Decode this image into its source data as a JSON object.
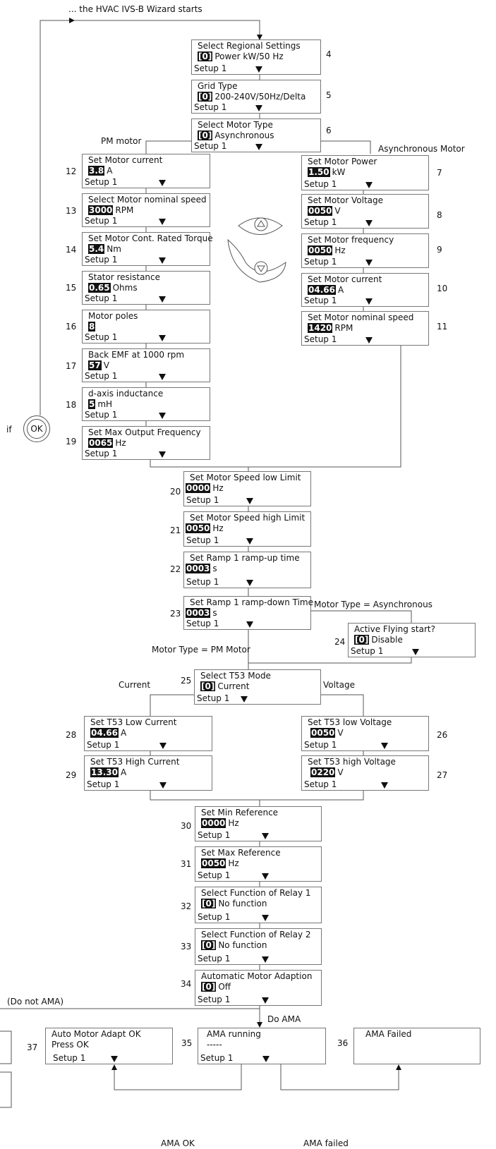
{
  "header": {
    "wizard_start": "... the HVAC IVS-B Wizard starts"
  },
  "ok_button": {
    "prefix": "if",
    "label": "OK"
  },
  "labels": {
    "pm_motor": "PM motor",
    "async_motor": "Asynchronous Motor",
    "motor_type_async": "Motor Type = Asynchronous",
    "motor_type_pm": "Motor Type = PM Motor",
    "current": "Current",
    "voltage": "Voltage",
    "do_not_ama": "(Do not AMA)",
    "do_ama": "Do AMA",
    "ama_ok": "AMA OK",
    "ama_failed": "AMA failed"
  },
  "steps": {
    "s4": {
      "num": "4",
      "title": "Select Regional Settings",
      "val": "[0]",
      "unit": "Power kW/50 Hz",
      "setup": "Setup 1"
    },
    "s5": {
      "num": "5",
      "title": "Grid Type",
      "val": "[0]",
      "unit": "200-240V/50Hz/Delta",
      "setup": "Setup 1"
    },
    "s6": {
      "num": "6",
      "title": "Select Motor Type",
      "val": "[0]",
      "unit": "Asynchronous",
      "setup": "Setup 1"
    },
    "s7": {
      "num": "7",
      "title": "Set Motor Power",
      "val": "1.50",
      "unit": "kW",
      "setup": "Setup 1"
    },
    "s8": {
      "num": "8",
      "title": "Set Motor Voltage",
      "val": "0050",
      "unit": "V",
      "setup": "Setup 1"
    },
    "s9": {
      "num": "9",
      "title": "Set Motor frequency",
      "val": "0050",
      "unit": "Hz",
      "setup": "Setup 1"
    },
    "s10": {
      "num": "10",
      "title": "Set Motor current",
      "val": "04.66",
      "unit": "A",
      "setup": "Setup 1"
    },
    "s11": {
      "num": "11",
      "title": "Set Motor nominal speed",
      "val": "1420",
      "unit": "RPM",
      "setup": "Setup 1"
    },
    "s12": {
      "num": "12",
      "title": "Set Motor current",
      "val": "3.8",
      "unit": "A",
      "setup": "Setup 1"
    },
    "s13": {
      "num": "13",
      "title": "Select Motor nominal speed",
      "val": "3000",
      "unit": "RPM",
      "setup": "Setup 1"
    },
    "s14": {
      "num": "14",
      "title": "Set Motor Cont. Rated Torque",
      "val": "5.4",
      "unit": "Nm",
      "setup": "Setup 1"
    },
    "s15": {
      "num": "15",
      "title": "Stator resistance",
      "val": "0.65",
      "unit": "Ohms",
      "setup": "Setup 1"
    },
    "s16": {
      "num": "16",
      "title": "Motor poles",
      "val": "8",
      "unit": "",
      "setup": "Setup 1"
    },
    "s17": {
      "num": "17",
      "title": "Back EMF at 1000 rpm",
      "val": "57",
      "unit": "V",
      "setup": "Setup 1"
    },
    "s18": {
      "num": "18",
      "title": "d-axis inductance",
      "val": "5",
      "unit": "mH",
      "setup": "Setup 1"
    },
    "s19": {
      "num": "19",
      "title": "Set Max Output Frequency",
      "val": "0065",
      "unit": "Hz",
      "setup": "Setup 1"
    },
    "s20": {
      "num": "20",
      "title": "Set Motor Speed low Limit",
      "val": "0000",
      "unit": "Hz",
      "setup": "Setup 1"
    },
    "s21": {
      "num": "21",
      "title": "Set Motor Speed high Limit",
      "val": "0050",
      "unit": "Hz",
      "setup": "Setup 1"
    },
    "s22": {
      "num": "22",
      "title": "Set Ramp 1 ramp-up time",
      "val": "0003",
      "unit": "s",
      "setup": "Setup 1"
    },
    "s23": {
      "num": "23",
      "title": "Set Ramp 1 ramp-down Time",
      "val": "0003",
      "unit": "s",
      "setup": "Setup 1"
    },
    "s24": {
      "num": "24",
      "title": "Active Flying start?",
      "val": "[0]",
      "unit": "Disable",
      "setup": "Setup 1"
    },
    "s25": {
      "num": "25",
      "title": "Select T53 Mode",
      "val": "[0]",
      "unit": "Current",
      "setup": "Setup 1"
    },
    "s26": {
      "num": "26",
      "title": "Set T53 low Voltage",
      "val": "0050",
      "unit": "V",
      "setup": "Setup 1"
    },
    "s27": {
      "num": "27",
      "title": "Set T53 high Voltage",
      "val": "0220",
      "unit": "V",
      "setup": "Setup 1"
    },
    "s28": {
      "num": "28",
      "title": "Set T53 Low Current",
      "val": "04.66",
      "unit": "A",
      "setup": "Setup 1"
    },
    "s29": {
      "num": "29",
      "title": "Set T53 High Current",
      "val": "13.30",
      "unit": "A",
      "setup": "Setup 1"
    },
    "s30": {
      "num": "30",
      "title": "Set Min Reference",
      "val": "0000",
      "unit": "Hz",
      "setup": "Setup 1"
    },
    "s31": {
      "num": "31",
      "title": "Set Max Reference",
      "val": "0050",
      "unit": "Hz",
      "setup": "Setup 1"
    },
    "s32": {
      "num": "32",
      "title": "Select Function of Relay 1",
      "val": "[0]",
      "unit": "No function",
      "setup": "Setup 1"
    },
    "s33": {
      "num": "33",
      "title": "Select Function of Relay 2",
      "val": "[0]",
      "unit": "No function",
      "setup": "Setup 1"
    },
    "s34": {
      "num": "34",
      "title": "Automatic Motor Adaption",
      "val": "[0]",
      "unit": "Off",
      "setup": "Setup 1"
    },
    "s35": {
      "num": "35",
      "title": "AMA running",
      "line2": "-----",
      "setup": "Setup 1"
    },
    "s36": {
      "num": "36",
      "title": "AMA Failed"
    },
    "s37": {
      "num": "37",
      "title": "Auto Motor Adapt OK",
      "line2": "Press OK",
      "setup": "Setup 1"
    }
  }
}
